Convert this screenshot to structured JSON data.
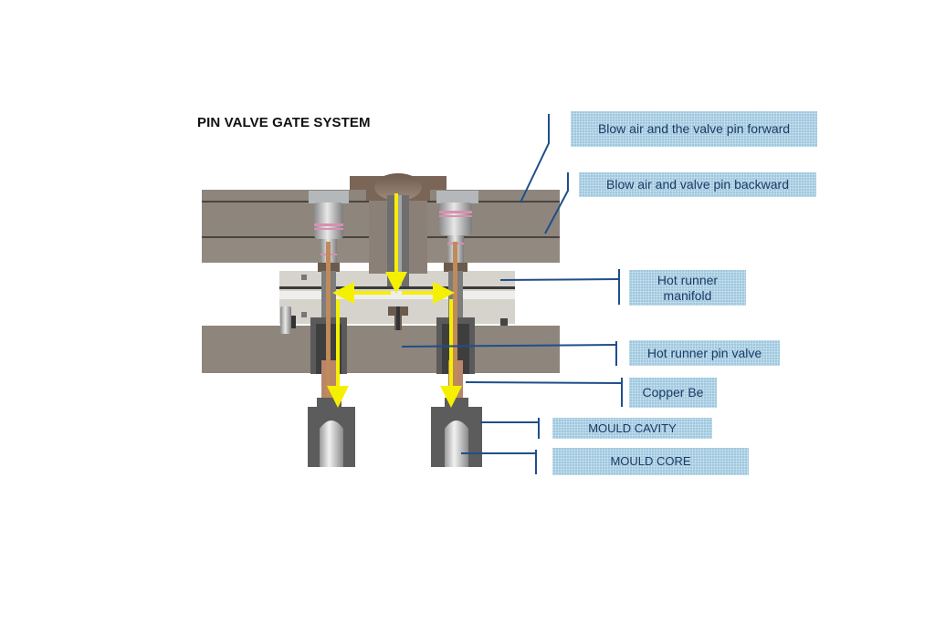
{
  "title": "PIN VALVE GATE SYSTEM",
  "labels": {
    "blow_forward": "Blow air and the valve  pin forward",
    "blow_backward": "Blow air and valve pin backward",
    "manifold_line1": "Hot runner",
    "manifold_line2": "manifold",
    "pin_valve": "Hot runner pin valve",
    "copper": "Copper Be",
    "mould_cavity": "MOULD CAVITY",
    "mould_core": "MOULD CORE"
  },
  "colors": {
    "plate": "#8e857c",
    "manifold": "#d6d3cd",
    "flow_arrow": "#f5ef00",
    "leader_line": "#1f4e8c",
    "label_fill": "#9ec8df",
    "label_text": "#1d3b66",
    "copper": "#c08a5a"
  }
}
